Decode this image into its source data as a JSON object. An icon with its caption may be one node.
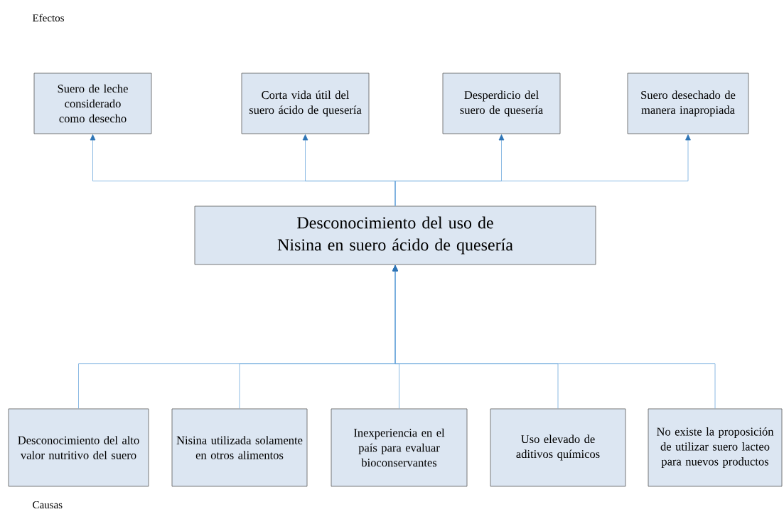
{
  "diagram": {
    "nodes": [
      {
        "text": [
          "Suero de leche considerado como desecho"
        ]
      },
      {
        "text": [
          "Corta vida útil del suero ácido de quesería"
        ]
      },
      {
        "text": [
          "Desperdicio del suero de quesería"
        ]
      },
      {
        "text": [
          "Suero desechado de manera inapropiada"
        ]
      },
      {
        "text": [
          "Desconocimiento del uso de Nisina en suero ácido de quesería"
        ]
      },
      {
        "text": [
          "Desconocimiento del alto valor nutritivo del suero"
        ]
      },
      {
        "text": [
          "Nisina utilizada solamente en otros alimentos"
        ]
      },
      {
        "text": [
          "Inexperiencia en el país para evaluar bioconservantes"
        ]
      },
      {
        "text": [
          "Uso elevado de aditivos químicos"
        ]
      },
      {
        "text": [
          "No existe la proposición de utilizar suero lacteo para nuevos productos"
        ]
      }
    ],
    "edges": [
      {
        "from": 4,
        "to": 0,
        "arrow": "to"
      },
      {
        "from": 4,
        "to": 1,
        "arrow": "to"
      },
      {
        "from": 4,
        "to": 2,
        "arrow": "to"
      },
      {
        "from": 4,
        "to": 3,
        "arrow": "to"
      },
      {
        "from": 5,
        "to": 4,
        "arrow": "to"
      },
      {
        "from": 6,
        "to": 4,
        "arrow": "to"
      },
      {
        "from": 7,
        "to": 4,
        "arrow": "to"
      },
      {
        "from": 8,
        "to": 4,
        "arrow": "to"
      },
      {
        "from": 9,
        "to": 4,
        "arrow": "to"
      }
    ],
    "labels": [
      "Efectos",
      "Causas"
    ]
  }
}
